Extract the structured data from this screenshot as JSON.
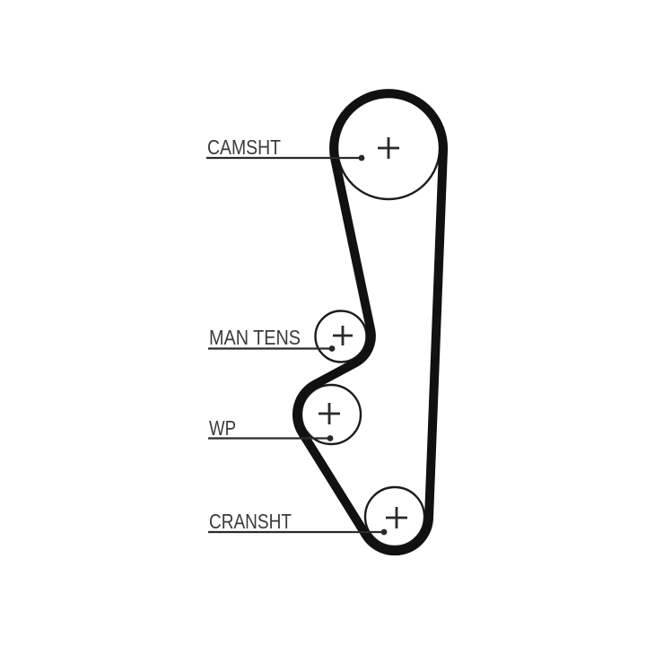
{
  "diagram": {
    "name": "timing-belt-routing-diagram",
    "background": "#ffffff",
    "colors": {
      "belt": "#111111",
      "outline": "#1c1c1c",
      "leader": "#2a2a2a",
      "text": "#3a3a3a"
    },
    "pulleys": [
      {
        "id": "camshaft",
        "label": "CAMSHT"
      },
      {
        "id": "tensioner",
        "label": "MAN TENS"
      },
      {
        "id": "water-pump",
        "label": "WP"
      },
      {
        "id": "crankshaft",
        "label": "CRANSHT"
      }
    ]
  }
}
